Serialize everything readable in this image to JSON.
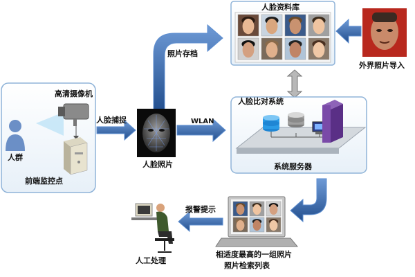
{
  "labels": {
    "face_db": "人脸资料库",
    "external_import": "外界照片导入",
    "photo_archive": "照片存档",
    "hd_camera": "高清摄像机",
    "crowd": "人群",
    "frontend_point": "前端监控点",
    "face_capture": "人脸捕捉",
    "face_photo": "人脸照片",
    "wlan": "WLAN",
    "compare_system": "人脸比对系统",
    "system_server": "系统服务器",
    "alarm": "报警提示",
    "manual": "人工处理",
    "result_line1": "相适度最高的一组照片",
    "result_line2": "照片检索列表"
  },
  "colors": {
    "arrow_fill": "#2f63a8",
    "arrow_edge": "#5d8ed0",
    "panel_border": "#8fb3d8",
    "panel_fill": "#eef5fb"
  }
}
